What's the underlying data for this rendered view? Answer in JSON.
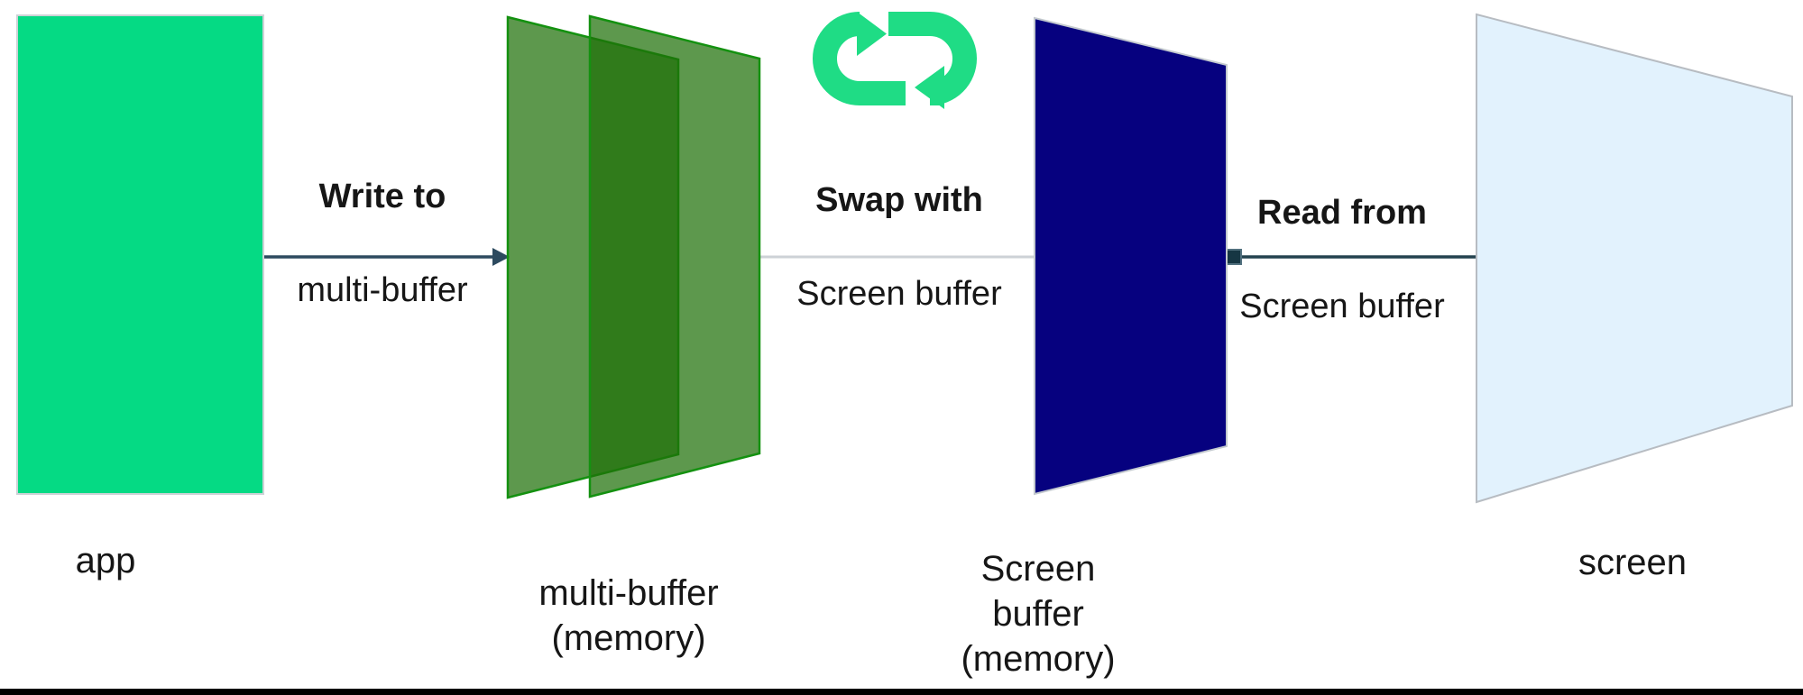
{
  "diagram": {
    "title_implied": "multi-buffer swap pipeline",
    "nodes": {
      "app": {
        "label": "app"
      },
      "multi_buffer": {
        "label": "multi-buffer\n(memory)"
      },
      "screen_buffer": {
        "label": "Screen\nbuffer\n(memory)"
      },
      "screen": {
        "label": "screen"
      }
    },
    "edges": {
      "write": {
        "bold": "Write to",
        "rest": "multi-buffer"
      },
      "swap": {
        "bold": "Swap with",
        "rest": "Screen buffer"
      },
      "read": {
        "bold": "Read from",
        "rest": "Screen buffer"
      }
    },
    "icons": {
      "swap": "swap-cycle-icon"
    }
  },
  "colors": {
    "app_fill": "#05DA84",
    "app_stroke": "#CDD2D6",
    "icon_green": "#1FDC85",
    "buffer_fill": "#1E7008",
    "buffer_stroke": "#149110",
    "screen_buffer_fill": "#06017F",
    "screen_buffer_stroke": "#C3C9CE",
    "screen_fill": "#E2F2FD",
    "screen_stroke": "#B7BCC2",
    "arrow_dark": "#2D4A5F",
    "connector_gray": "#CDD2D6",
    "connector_dark": "#23424E",
    "square_fill": "#163643",
    "square_stroke": "#51707E",
    "bottom_bar": "#000000",
    "text": "#161616"
  }
}
